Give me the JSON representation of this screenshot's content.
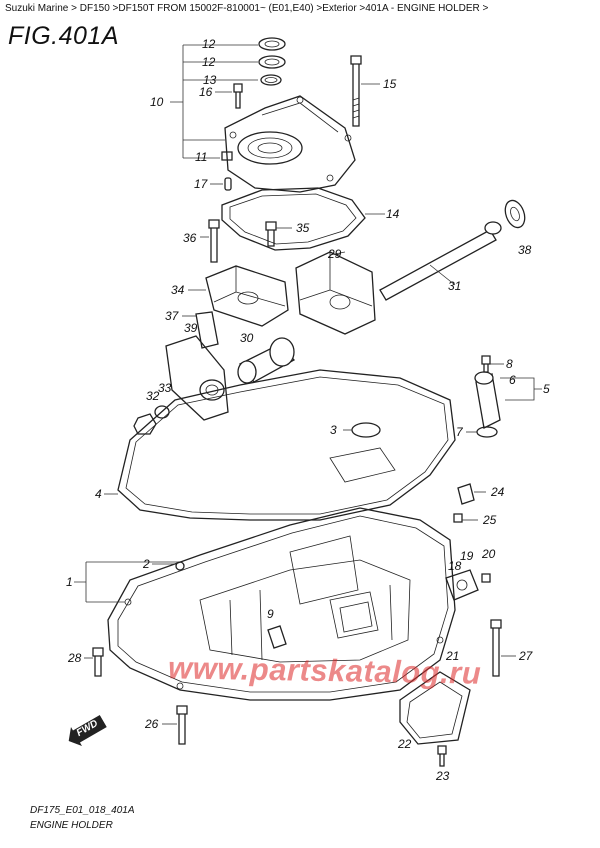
{
  "breadcrumb": "Suzuki Marine > DF150 >DF150T FROM 15002F-810001~ (E01,E40) >Exterior >401A - ENGINE HOLDER >",
  "figure_title": "FIG.401A",
  "callouts": {
    "c1": "1",
    "c2": "2",
    "c3": "3",
    "c4": "4",
    "c5": "5",
    "c6": "6",
    "c7": "7",
    "c8": "8",
    "c9": "9",
    "c10": "10",
    "c11": "11",
    "c12a": "12",
    "c12b": "12",
    "c13": "13",
    "c14": "14",
    "c15": "15",
    "c16": "16",
    "c17": "17",
    "c18": "18",
    "c19": "19",
    "c20": "20",
    "c21": "21",
    "c22": "22",
    "c23": "23",
    "c24": "24",
    "c25": "25",
    "c26": "26",
    "c27": "27",
    "c28": "28",
    "c29": "29",
    "c30": "30",
    "c31": "31",
    "c32": "32",
    "c33": "33",
    "c34": "34",
    "c35": "35",
    "c36": "36",
    "c37": "37",
    "c38": "38",
    "c39": "39"
  },
  "badge": {
    "label": "FWD"
  },
  "watermark": "www.partskatalog.ru",
  "footer": {
    "code": "DF175_E01_018_401A",
    "name": "ENGINE HOLDER"
  },
  "colors": {
    "line": "#222222",
    "watermark": "#dc2828",
    "badge": "#222222"
  }
}
